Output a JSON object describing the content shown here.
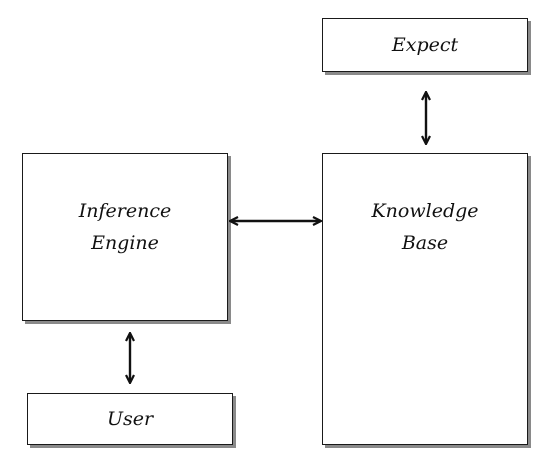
{
  "diagram": {
    "nodes": {
      "expect": {
        "label": "Expect"
      },
      "knowledge_base": {
        "label_line1": "Knowledge",
        "label_line2": "Base"
      },
      "inference_engine": {
        "label_line1": "Inference",
        "label_line2": "Engine"
      },
      "user": {
        "label": "User"
      }
    },
    "edges": [
      {
        "from": "expect",
        "to": "knowledge_base",
        "direction": "both"
      },
      {
        "from": "inference_engine",
        "to": "knowledge_base",
        "direction": "both"
      },
      {
        "from": "inference_engine",
        "to": "user",
        "direction": "both"
      }
    ]
  }
}
